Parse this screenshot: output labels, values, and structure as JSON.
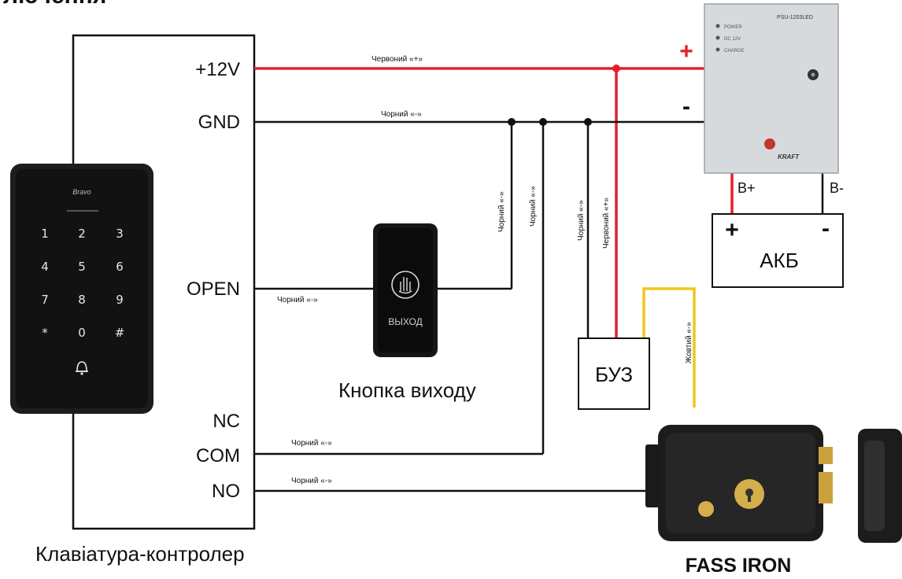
{
  "page": {
    "heading": "лючення"
  },
  "controller": {
    "caption": "Клавіатура-контролер",
    "terminals": {
      "v12": "+12V",
      "gnd": "GND",
      "open": "OPEN",
      "nc": "NC",
      "com": "COM",
      "no": "NO"
    },
    "keypad": {
      "brand": "Bravo",
      "keys": [
        "1",
        "2",
        "3",
        "4",
        "5",
        "6",
        "7",
        "8",
        "9",
        "*",
        "0",
        "#"
      ]
    }
  },
  "wires": {
    "red_plus": "Червоний «+»",
    "black_minus": "Чорний «-»",
    "open": "Чорний «-»",
    "com": "Чорний «-»",
    "no": "Чорний «-»",
    "vert_exit_1": "Чорний «-»",
    "vert_exit_2": "Чорний «-»",
    "vert_buz_black": "Чорний «-»",
    "vert_buz_red": "Червоний «+»",
    "vert_yellow": "Жовтий «-»"
  },
  "exit_button": {
    "text": "ВЫХОД",
    "caption": "Кнопка виходу"
  },
  "buz": {
    "label": "БУЗ"
  },
  "psu": {
    "model": "PSU-1203LED",
    "leds": [
      "POWER",
      "DC 12V",
      "CHARGE"
    ],
    "brand": "KRAFT",
    "plus": "+",
    "minus": "-",
    "b_plus": "B+",
    "b_minus": "B-"
  },
  "battery": {
    "label": "АКБ",
    "plus": "+",
    "minus": "-"
  },
  "lock": {
    "caption": "FASS IRON"
  },
  "colors": {
    "red": "#e4202a",
    "black": "#111111",
    "yellow": "#f2c51b"
  }
}
